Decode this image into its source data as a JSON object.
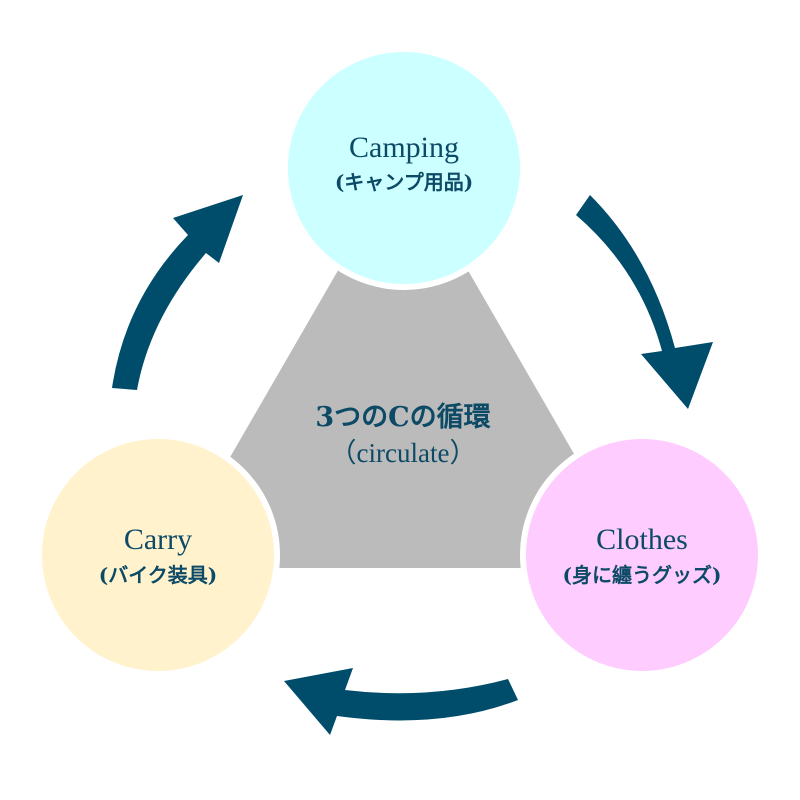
{
  "diagram": {
    "type": "cycle",
    "center": {
      "title": "3つのCの循環",
      "subtitle": "（circulate）",
      "color": "#bbbbbb"
    },
    "nodes": [
      {
        "id": "camping",
        "label": "Camping",
        "sublabel": "(キャンプ用品)",
        "color": "#ccffff"
      },
      {
        "id": "clothes",
        "label": "Clothes",
        "sublabel": "(身に纏うグッズ)",
        "color": "#ffccff"
      },
      {
        "id": "carry",
        "label": "Carry",
        "sublabel": "(バイク装具)",
        "color": "#fff2cc"
      }
    ],
    "edges": [
      {
        "from": "camping",
        "to": "clothes",
        "direction": "clockwise"
      },
      {
        "from": "clothes",
        "to": "carry",
        "direction": "clockwise"
      },
      {
        "from": "carry",
        "to": "camping",
        "direction": "clockwise"
      }
    ],
    "text_color": "#0d4a66",
    "arrow_color": "#004d6b",
    "background": "#ffffff"
  }
}
